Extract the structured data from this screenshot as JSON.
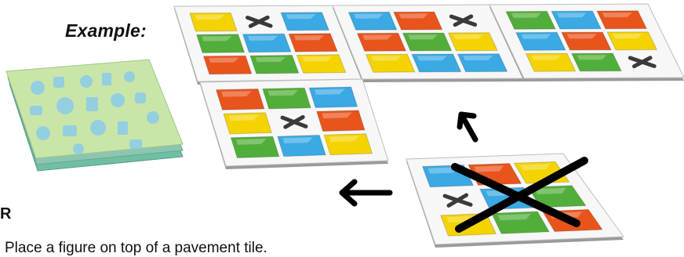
{
  "example_label": "Example:",
  "heading_fragment": "R",
  "instruction": "Place a figure on top of a pavement tile.",
  "colors": {
    "yellow": "#f5d300",
    "blue": "#3aa9e4",
    "orange": "#e9541c",
    "green": "#52ae3a",
    "cross": "#3a3a3a",
    "tile_stack_face": "#c9e6a8",
    "tile_stack_pattern": "#8fcde6"
  },
  "tile_grids": [
    {
      "name": "top-left-tile",
      "cells": [
        "yellow",
        "cross",
        "blue",
        "green",
        "blue",
        "orange",
        "orange",
        "green",
        "yellow"
      ]
    },
    {
      "name": "top-middle-tile",
      "cells": [
        "blue",
        "orange",
        "cross",
        "orange",
        "green",
        "yellow",
        "yellow",
        "blue",
        "blue"
      ]
    },
    {
      "name": "top-right-tile",
      "cells": [
        "green",
        "blue",
        "orange",
        "blue",
        "orange",
        "yellow",
        "yellow",
        "green",
        "cross"
      ]
    },
    {
      "name": "middle-left-tile",
      "cells": [
        "orange",
        "green",
        "blue",
        "yellow",
        "cross",
        "orange",
        "green",
        "blue",
        "yellow"
      ]
    },
    {
      "name": "crossed-out-tile",
      "cells": [
        "blue",
        "orange",
        "yellow",
        "cross",
        "blue",
        "green",
        "yellow",
        "green",
        "orange"
      ]
    }
  ]
}
